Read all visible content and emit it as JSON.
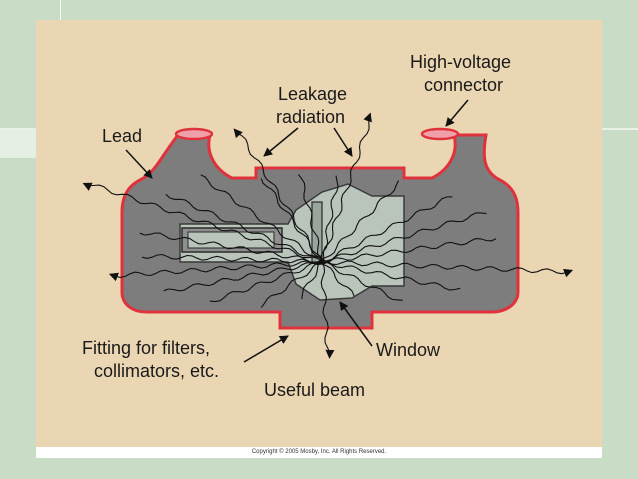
{
  "labels": {
    "high_voltage_line1": "High-voltage",
    "high_voltage_line2": "connector",
    "leakage_line1": "Leakage",
    "leakage_line2": "radiation",
    "lead": "Lead",
    "fitting_line1": "Fitting for filters,",
    "fitting_line2": "collimators, etc.",
    "window": "Window",
    "useful_beam": "Useful beam"
  },
  "copyright": "Copyright © 2005 Mosby, Inc. All Rights Reserved.",
  "colors": {
    "housing": "#7d7d7d",
    "lead_lining": "#e0323c",
    "connector_rim": "#f0a0a8",
    "tube_glass": "#b9c4bb",
    "panel": "#ebd6b3"
  }
}
